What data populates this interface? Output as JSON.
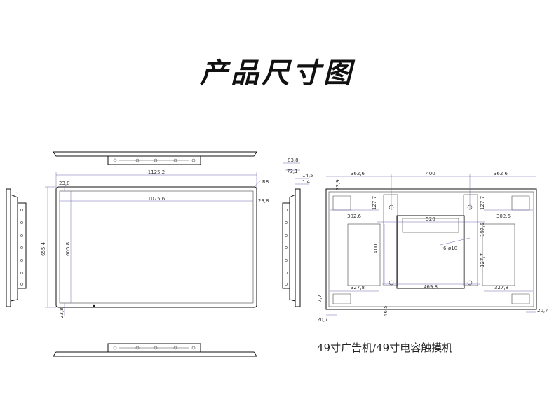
{
  "title": "产品尺寸图",
  "caption": "49寸广告机/49寸电容触摸机",
  "dims": {
    "front_width": "1125,2",
    "front_inner_width": "1075,6",
    "front_height": "655,4",
    "front_inner_height": "605,8",
    "bezel_top": "23,8",
    "bezel_right": "23,8",
    "bezel_bottom": "23,8",
    "corner": "R8",
    "side_depth": "83,8",
    "side_depth2": "73,1",
    "side_a": "14,5",
    "side_b": "1,4",
    "back_left": "362,6",
    "back_mid": "400",
    "back_right": "362,6",
    "back_top": "22,9",
    "back_520": "520",
    "back_302_left": "302,6",
    "back_302_right": "302,6",
    "back_vert1": "127,7",
    "back_vert2": "127,7",
    "back_400v": "400",
    "back_1975": "197,5",
    "back_hole": "6-ø10",
    "back_4698": "469,8",
    "back_327_left": "327,8",
    "back_327_right": "327,8",
    "back_77": "7,7",
    "back_465": "46,5",
    "back_207_left": "20,7",
    "back_207_right": "20,7",
    "back_1277": "127,7"
  }
}
